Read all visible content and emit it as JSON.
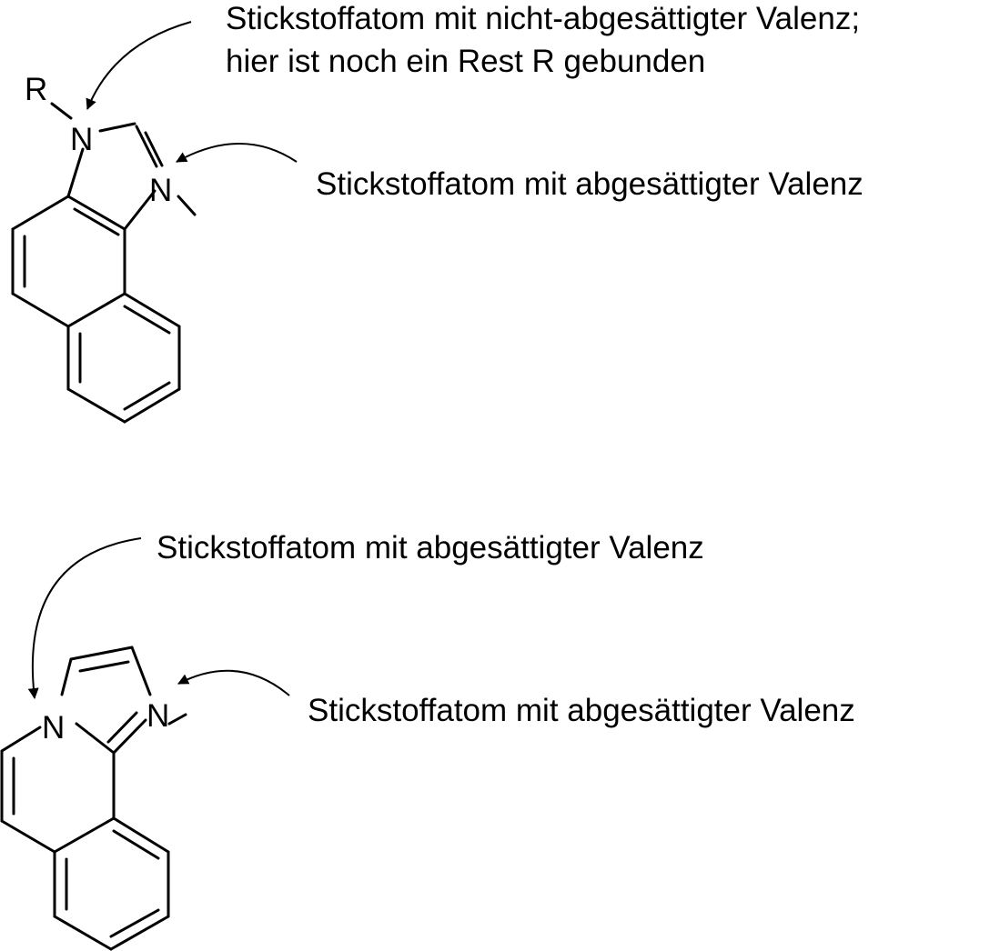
{
  "structure_top": {
    "atoms": {
      "r_label": "R",
      "n_substituted": "N",
      "n_ring": "N"
    },
    "annotations": {
      "substituted_nitrogen_line1": "Stickstoffatom mit nicht-abgesättigter Valenz;",
      "substituted_nitrogen_line2": "hier ist noch ein Rest R gebunden",
      "ring_nitrogen": "Stickstoffatom mit abgesättigter Valenz"
    }
  },
  "structure_bottom": {
    "atoms": {
      "n_bridgehead": "N",
      "n_ring": "N"
    },
    "annotations": {
      "bridgehead_nitrogen": "Stickstoffatom mit abgesättigter Valenz",
      "ring_nitrogen": "Stickstoffatom mit abgesättigter Valenz"
    }
  },
  "colors": {
    "ink": "#000000",
    "background": "#ffffff"
  }
}
